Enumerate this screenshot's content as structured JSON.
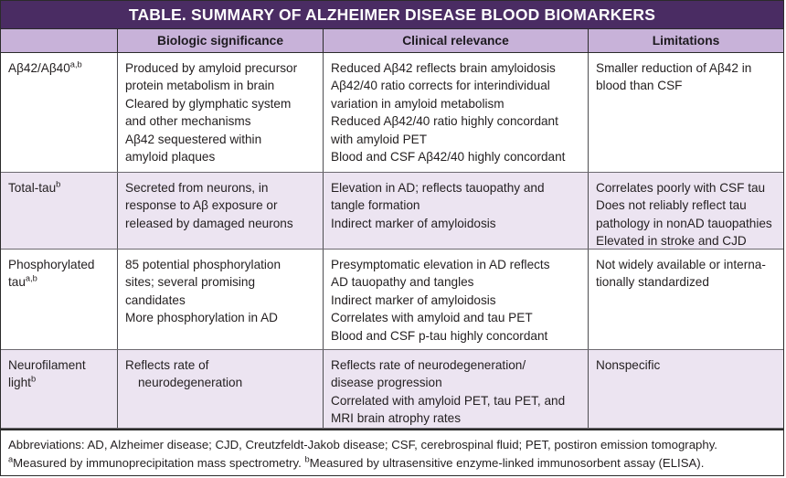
{
  "table": {
    "title": "TABLE. SUMMARY OF ALZHEIMER DISEASE BLOOD BIOMARKERS",
    "title_bg": "#4a2c63",
    "colheader_bg": "#c8b2d9",
    "row_tint_bg": "#ece4f1",
    "columns": [
      {
        "label": ""
      },
      {
        "label": "Biologic significance"
      },
      {
        "label": "Clinical relevance"
      },
      {
        "label": "Limitations"
      }
    ],
    "rows": [
      {
        "biomarker": "Aβ42/Aβ40",
        "biomarker_sup": "a,b",
        "biologic_significance": [
          "Produced by amyloid precursor",
          "protein metabolism in brain",
          "Cleared by glymphatic system",
          "and other mechanisms",
          "Aβ42 sequestered within",
          "amyloid plaques"
        ],
        "clinical_relevance": [
          "Reduced Aβ42 reflects brain amyloidosis",
          "Aβ42/40 ratio corrects for interindividual",
          "variation in amyloid metabolism",
          "Reduced Aβ42/40 ratio highly concordant",
          "with amyloid PET",
          "Blood and CSF Aβ42/40 highly concordant"
        ],
        "limitations": [
          "Smaller reduction of Aβ42 in",
          "blood than CSF"
        ]
      },
      {
        "biomarker": "Total-tau",
        "biomarker_sup": "b",
        "biologic_significance": [
          "Secreted from neurons, in",
          "response to Aβ exposure or",
          "released by damaged neurons"
        ],
        "clinical_relevance": [
          "Elevation in AD; reflects tauopathy and",
          "tangle formation",
          "Indirect marker of amyloidosis"
        ],
        "limitations": [
          "Correlates poorly with CSF tau",
          "Does not reliably reflect tau",
          "pathology in nonAD tauopathies",
          "Elevated in stroke and CJD"
        ]
      },
      {
        "biomarker": "Phosphorylated tau",
        "biomarker_sup": "a,b",
        "biologic_significance": [
          "85 potential phosphorylation",
          "sites; several promising",
          "candidates",
          "More phosphorylation in AD"
        ],
        "clinical_relevance": [
          "Presymptomatic elevation in AD reflects",
          "AD tauopathy and tangles",
          "Indirect marker of amyloidosis",
          "Correlates with amyloid and tau PET",
          "Blood and CSF p-tau highly concordant"
        ],
        "limitations": [
          "Not widely available or interna-",
          "tionally standardized"
        ]
      },
      {
        "biomarker": "Neurofilament light",
        "biomarker_sup": "b",
        "biologic_significance": [
          "Reflects rate of",
          "neurodegeneration"
        ],
        "clinical_relevance": [
          "Reflects rate of neurodegeneration/",
          "disease progression",
          "Correlated with amyloid PET, tau PET, and",
          "MRI brain atrophy rates"
        ],
        "limitations": [
          "Nonspecific"
        ]
      }
    ],
    "footnote": {
      "abbreviations": "Abbreviations: AD, Alzheimer disease; CJD, Creutzfeldt-Jakob disease; CSF, cerebrospinal fluid; PET, postiron emission tomography.",
      "note_a_sup": "a",
      "note_a": "Measured by immunoprecipitation mass spectrometry. ",
      "note_b_sup": "b",
      "note_b": "Measured by ultrasensitive enzyme-linked immunosorbent assay (ELISA)."
    }
  }
}
